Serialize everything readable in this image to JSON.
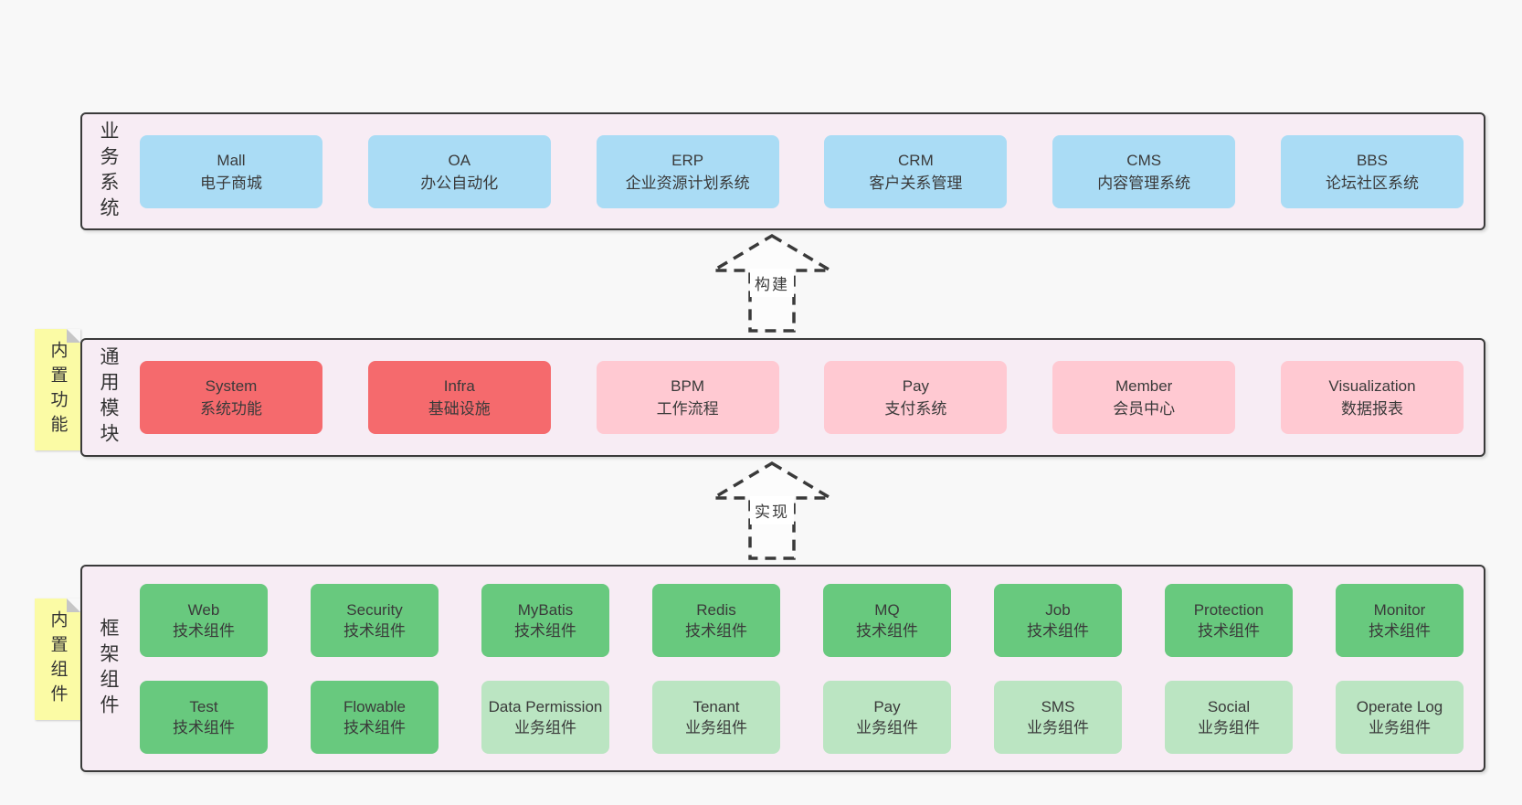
{
  "diagram": {
    "colors": {
      "page_bg": "#f8f8f8",
      "layer_bg": "#f7ecf4",
      "layer_border": "#3a3a3a",
      "blue": "#aadcf5",
      "red": "#f56a6d",
      "pink": "#ffc9d2",
      "green": "#68c97e",
      "light_green": "#bbe5c2",
      "sticky_bg": "#fbfba5"
    },
    "layers": [
      {
        "label": "业务系统",
        "boxes": [
          {
            "name": "Mall",
            "desc": "电子商城"
          },
          {
            "name": "OA",
            "desc": "办公自动化"
          },
          {
            "name": "ERP",
            "desc": "企业资源计划系统"
          },
          {
            "name": "CRM",
            "desc": "客户关系管理"
          },
          {
            "name": "CMS",
            "desc": "内容管理系统"
          },
          {
            "name": "BBS",
            "desc": "论坛社区系统"
          }
        ]
      },
      {
        "label": "通用模块",
        "sticky": "内置功能",
        "boxes": [
          {
            "name": "System",
            "desc": "系统功能"
          },
          {
            "name": "Infra",
            "desc": "基础设施"
          },
          {
            "name": "BPM",
            "desc": "工作流程"
          },
          {
            "name": "Pay",
            "desc": "支付系统"
          },
          {
            "name": "Member",
            "desc": "会员中心"
          },
          {
            "name": "Visualization",
            "desc": "数据报表"
          }
        ]
      },
      {
        "label": "框架组件",
        "sticky": "内置组件",
        "rows": [
          [
            {
              "name": "Web",
              "desc": "技术组件"
            },
            {
              "name": "Security",
              "desc": "技术组件"
            },
            {
              "name": "MyBatis",
              "desc": "技术组件"
            },
            {
              "name": "Redis",
              "desc": "技术组件"
            },
            {
              "name": "MQ",
              "desc": "技术组件"
            },
            {
              "name": "Job",
              "desc": "技术组件"
            },
            {
              "name": "Protection",
              "desc": "技术组件"
            },
            {
              "name": "Monitor",
              "desc": "技术组件"
            }
          ],
          [
            {
              "name": "Test",
              "desc": "技术组件"
            },
            {
              "name": "Flowable",
              "desc": "技术组件"
            },
            {
              "name": "Data Permission",
              "desc": "业务组件"
            },
            {
              "name": "Tenant",
              "desc": "业务组件"
            },
            {
              "name": "Pay",
              "desc": "业务组件"
            },
            {
              "name": "SMS",
              "desc": "业务组件"
            },
            {
              "name": "Social",
              "desc": "业务组件"
            },
            {
              "name": "Operate Log",
              "desc": "业务组件"
            }
          ]
        ]
      }
    ],
    "arrows": [
      {
        "label": "构建"
      },
      {
        "label": "实现"
      }
    ]
  }
}
